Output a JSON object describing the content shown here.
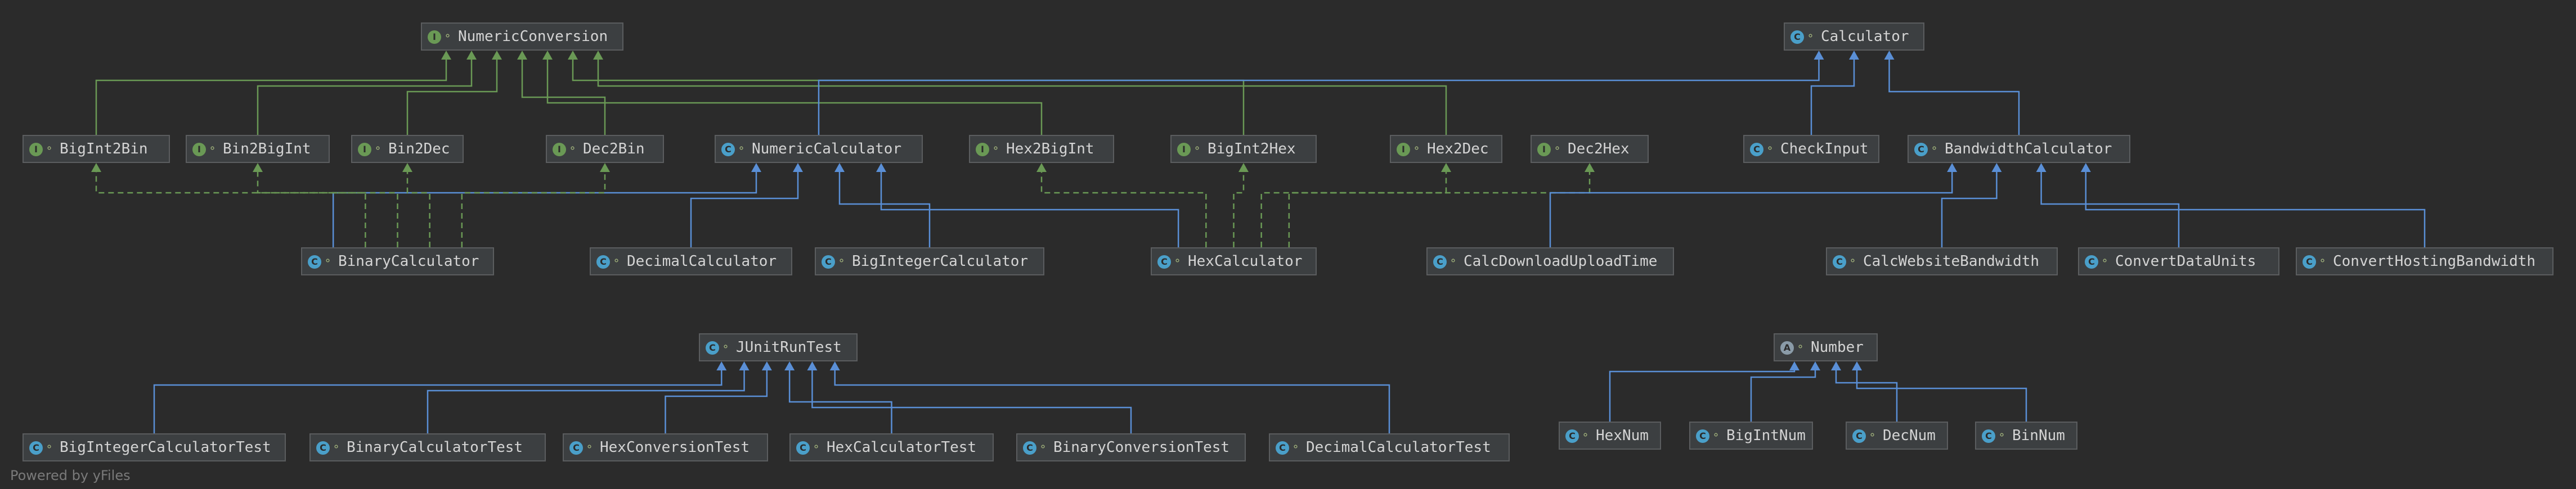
{
  "diagram": {
    "colors": {
      "background": "#2b2b2b",
      "node_fill": "#3c3f41",
      "node_border": "#5b5d5f",
      "implements_edge": "#6a9955",
      "extends_edge": "#5a8fd6",
      "dashed_edge": "#6a9955"
    },
    "nodes": [
      {
        "id": "NumericConversion",
        "label": "NumericConversion",
        "kind": "interface",
        "icon": "interface-icon"
      },
      {
        "id": "Calculator",
        "label": "Calculator",
        "kind": "class",
        "icon": "class-icon"
      },
      {
        "id": "BigInt2Bin",
        "label": "BigInt2Bin",
        "kind": "interface",
        "icon": "interface-icon"
      },
      {
        "id": "Bin2BigInt",
        "label": "Bin2BigInt",
        "kind": "interface",
        "icon": "interface-icon"
      },
      {
        "id": "Bin2Dec",
        "label": "Bin2Dec",
        "kind": "interface",
        "icon": "interface-icon"
      },
      {
        "id": "Dec2Bin",
        "label": "Dec2Bin",
        "kind": "interface",
        "icon": "interface-icon"
      },
      {
        "id": "NumericCalculator",
        "label": "NumericCalculator",
        "kind": "class",
        "icon": "class-icon"
      },
      {
        "id": "Hex2BigInt",
        "label": "Hex2BigInt",
        "kind": "interface",
        "icon": "interface-icon"
      },
      {
        "id": "BigInt2Hex",
        "label": "BigInt2Hex",
        "kind": "interface",
        "icon": "interface-icon"
      },
      {
        "id": "Hex2Dec",
        "label": "Hex2Dec",
        "kind": "interface",
        "icon": "interface-icon"
      },
      {
        "id": "Dec2Hex",
        "label": "Dec2Hex",
        "kind": "interface",
        "icon": "interface-icon"
      },
      {
        "id": "CheckInput",
        "label": "CheckInput",
        "kind": "class",
        "icon": "class-icon"
      },
      {
        "id": "BandwidthCalculator",
        "label": "BandwidthCalculator",
        "kind": "class",
        "icon": "class-icon"
      },
      {
        "id": "BinaryCalculator",
        "label": "BinaryCalculator",
        "kind": "class",
        "icon": "class-icon"
      },
      {
        "id": "DecimalCalculator",
        "label": "DecimalCalculator",
        "kind": "class",
        "icon": "class-icon"
      },
      {
        "id": "BigIntegerCalculator",
        "label": "BigIntegerCalculator",
        "kind": "class",
        "icon": "class-icon"
      },
      {
        "id": "HexCalculator",
        "label": "HexCalculator",
        "kind": "class",
        "icon": "class-icon"
      },
      {
        "id": "CalcDownloadUploadTime",
        "label": "CalcDownloadUploadTime",
        "kind": "class",
        "icon": "class-icon"
      },
      {
        "id": "CalcWebsiteBandwidth",
        "label": "CalcWebsiteBandwidth",
        "kind": "class",
        "icon": "class-icon"
      },
      {
        "id": "ConvertDataUnits",
        "label": "ConvertDataUnits",
        "kind": "class",
        "icon": "class-icon"
      },
      {
        "id": "ConvertHostingBandwidth",
        "label": "ConvertHostingBandwidth",
        "kind": "class",
        "icon": "class-icon"
      },
      {
        "id": "JUnitRunTest",
        "label": "JUnitRunTest",
        "kind": "class",
        "icon": "class-icon"
      },
      {
        "id": "Number",
        "label": "Number",
        "kind": "abstract",
        "icon": "abstract-class-icon"
      },
      {
        "id": "BigIntegerCalculatorTest",
        "label": "BigIntegerCalculatorTest",
        "kind": "class",
        "icon": "class-icon"
      },
      {
        "id": "BinaryCalculatorTest",
        "label": "BinaryCalculatorTest",
        "kind": "class",
        "icon": "class-icon"
      },
      {
        "id": "HexConversionTest",
        "label": "HexConversionTest",
        "kind": "class",
        "icon": "class-icon"
      },
      {
        "id": "HexCalculatorTest",
        "label": "HexCalculatorTest",
        "kind": "class",
        "icon": "class-icon"
      },
      {
        "id": "BinaryConversionTest",
        "label": "BinaryConversionTest",
        "kind": "class",
        "icon": "class-icon"
      },
      {
        "id": "DecimalCalculatorTest",
        "label": "DecimalCalculatorTest",
        "kind": "class",
        "icon": "class-icon"
      },
      {
        "id": "HexNum",
        "label": "HexNum",
        "kind": "class",
        "icon": "class-icon"
      },
      {
        "id": "BigIntNum",
        "label": "BigIntNum",
        "kind": "class",
        "icon": "class-icon"
      },
      {
        "id": "DecNum",
        "label": "DecNum",
        "kind": "class",
        "icon": "class-icon"
      },
      {
        "id": "BinNum",
        "label": "BinNum",
        "kind": "class",
        "icon": "class-icon"
      }
    ],
    "edges": [
      {
        "from": "BigInt2Bin",
        "to": "NumericConversion",
        "type": "extends-interface"
      },
      {
        "from": "Bin2BigInt",
        "to": "NumericConversion",
        "type": "extends-interface"
      },
      {
        "from": "Bin2Dec",
        "to": "NumericConversion",
        "type": "extends-interface"
      },
      {
        "from": "Dec2Bin",
        "to": "NumericConversion",
        "type": "extends-interface"
      },
      {
        "from": "Hex2BigInt",
        "to": "NumericConversion",
        "type": "extends-interface"
      },
      {
        "from": "BigInt2Hex",
        "to": "NumericConversion",
        "type": "extends-interface"
      },
      {
        "from": "Hex2Dec",
        "to": "NumericConversion",
        "type": "extends-interface"
      },
      {
        "from": "NumericCalculator",
        "to": "Calculator",
        "type": "extends"
      },
      {
        "from": "CheckInput",
        "to": "Calculator",
        "type": "extends"
      },
      {
        "from": "BandwidthCalculator",
        "to": "Calculator",
        "type": "extends"
      },
      {
        "from": "BinaryCalculator",
        "to": "NumericCalculator",
        "type": "extends"
      },
      {
        "from": "DecimalCalculator",
        "to": "NumericCalculator",
        "type": "extends"
      },
      {
        "from": "BigIntegerCalculator",
        "to": "NumericCalculator",
        "type": "extends"
      },
      {
        "from": "HexCalculator",
        "to": "NumericCalculator",
        "type": "extends"
      },
      {
        "from": "BinaryCalculator",
        "to": "BigInt2Bin",
        "type": "implements"
      },
      {
        "from": "BinaryCalculator",
        "to": "Bin2BigInt",
        "type": "implements"
      },
      {
        "from": "BinaryCalculator",
        "to": "Bin2Dec",
        "type": "implements"
      },
      {
        "from": "BinaryCalculator",
        "to": "Dec2Bin",
        "type": "implements"
      },
      {
        "from": "HexCalculator",
        "to": "Hex2BigInt",
        "type": "implements"
      },
      {
        "from": "HexCalculator",
        "to": "BigInt2Hex",
        "type": "implements"
      },
      {
        "from": "HexCalculator",
        "to": "Hex2Dec",
        "type": "implements"
      },
      {
        "from": "HexCalculator",
        "to": "Dec2Hex",
        "type": "implements"
      },
      {
        "from": "CalcDownloadUploadTime",
        "to": "BandwidthCalculator",
        "type": "extends"
      },
      {
        "from": "CalcWebsiteBandwidth",
        "to": "BandwidthCalculator",
        "type": "extends"
      },
      {
        "from": "ConvertDataUnits",
        "to": "BandwidthCalculator",
        "type": "extends"
      },
      {
        "from": "ConvertHostingBandwidth",
        "to": "BandwidthCalculator",
        "type": "extends"
      },
      {
        "from": "BigIntegerCalculatorTest",
        "to": "JUnitRunTest",
        "type": "extends"
      },
      {
        "from": "BinaryCalculatorTest",
        "to": "JUnitRunTest",
        "type": "extends"
      },
      {
        "from": "HexConversionTest",
        "to": "JUnitRunTest",
        "type": "extends"
      },
      {
        "from": "HexCalculatorTest",
        "to": "JUnitRunTest",
        "type": "extends"
      },
      {
        "from": "BinaryConversionTest",
        "to": "JUnitRunTest",
        "type": "extends"
      },
      {
        "from": "DecimalCalculatorTest",
        "to": "JUnitRunTest",
        "type": "extends"
      },
      {
        "from": "HexNum",
        "to": "Number",
        "type": "extends"
      },
      {
        "from": "BigIntNum",
        "to": "Number",
        "type": "extends"
      },
      {
        "from": "DecNum",
        "to": "Number",
        "type": "extends"
      },
      {
        "from": "BinNum",
        "to": "Number",
        "type": "extends"
      }
    ]
  },
  "watermark": "Powered by yFiles"
}
